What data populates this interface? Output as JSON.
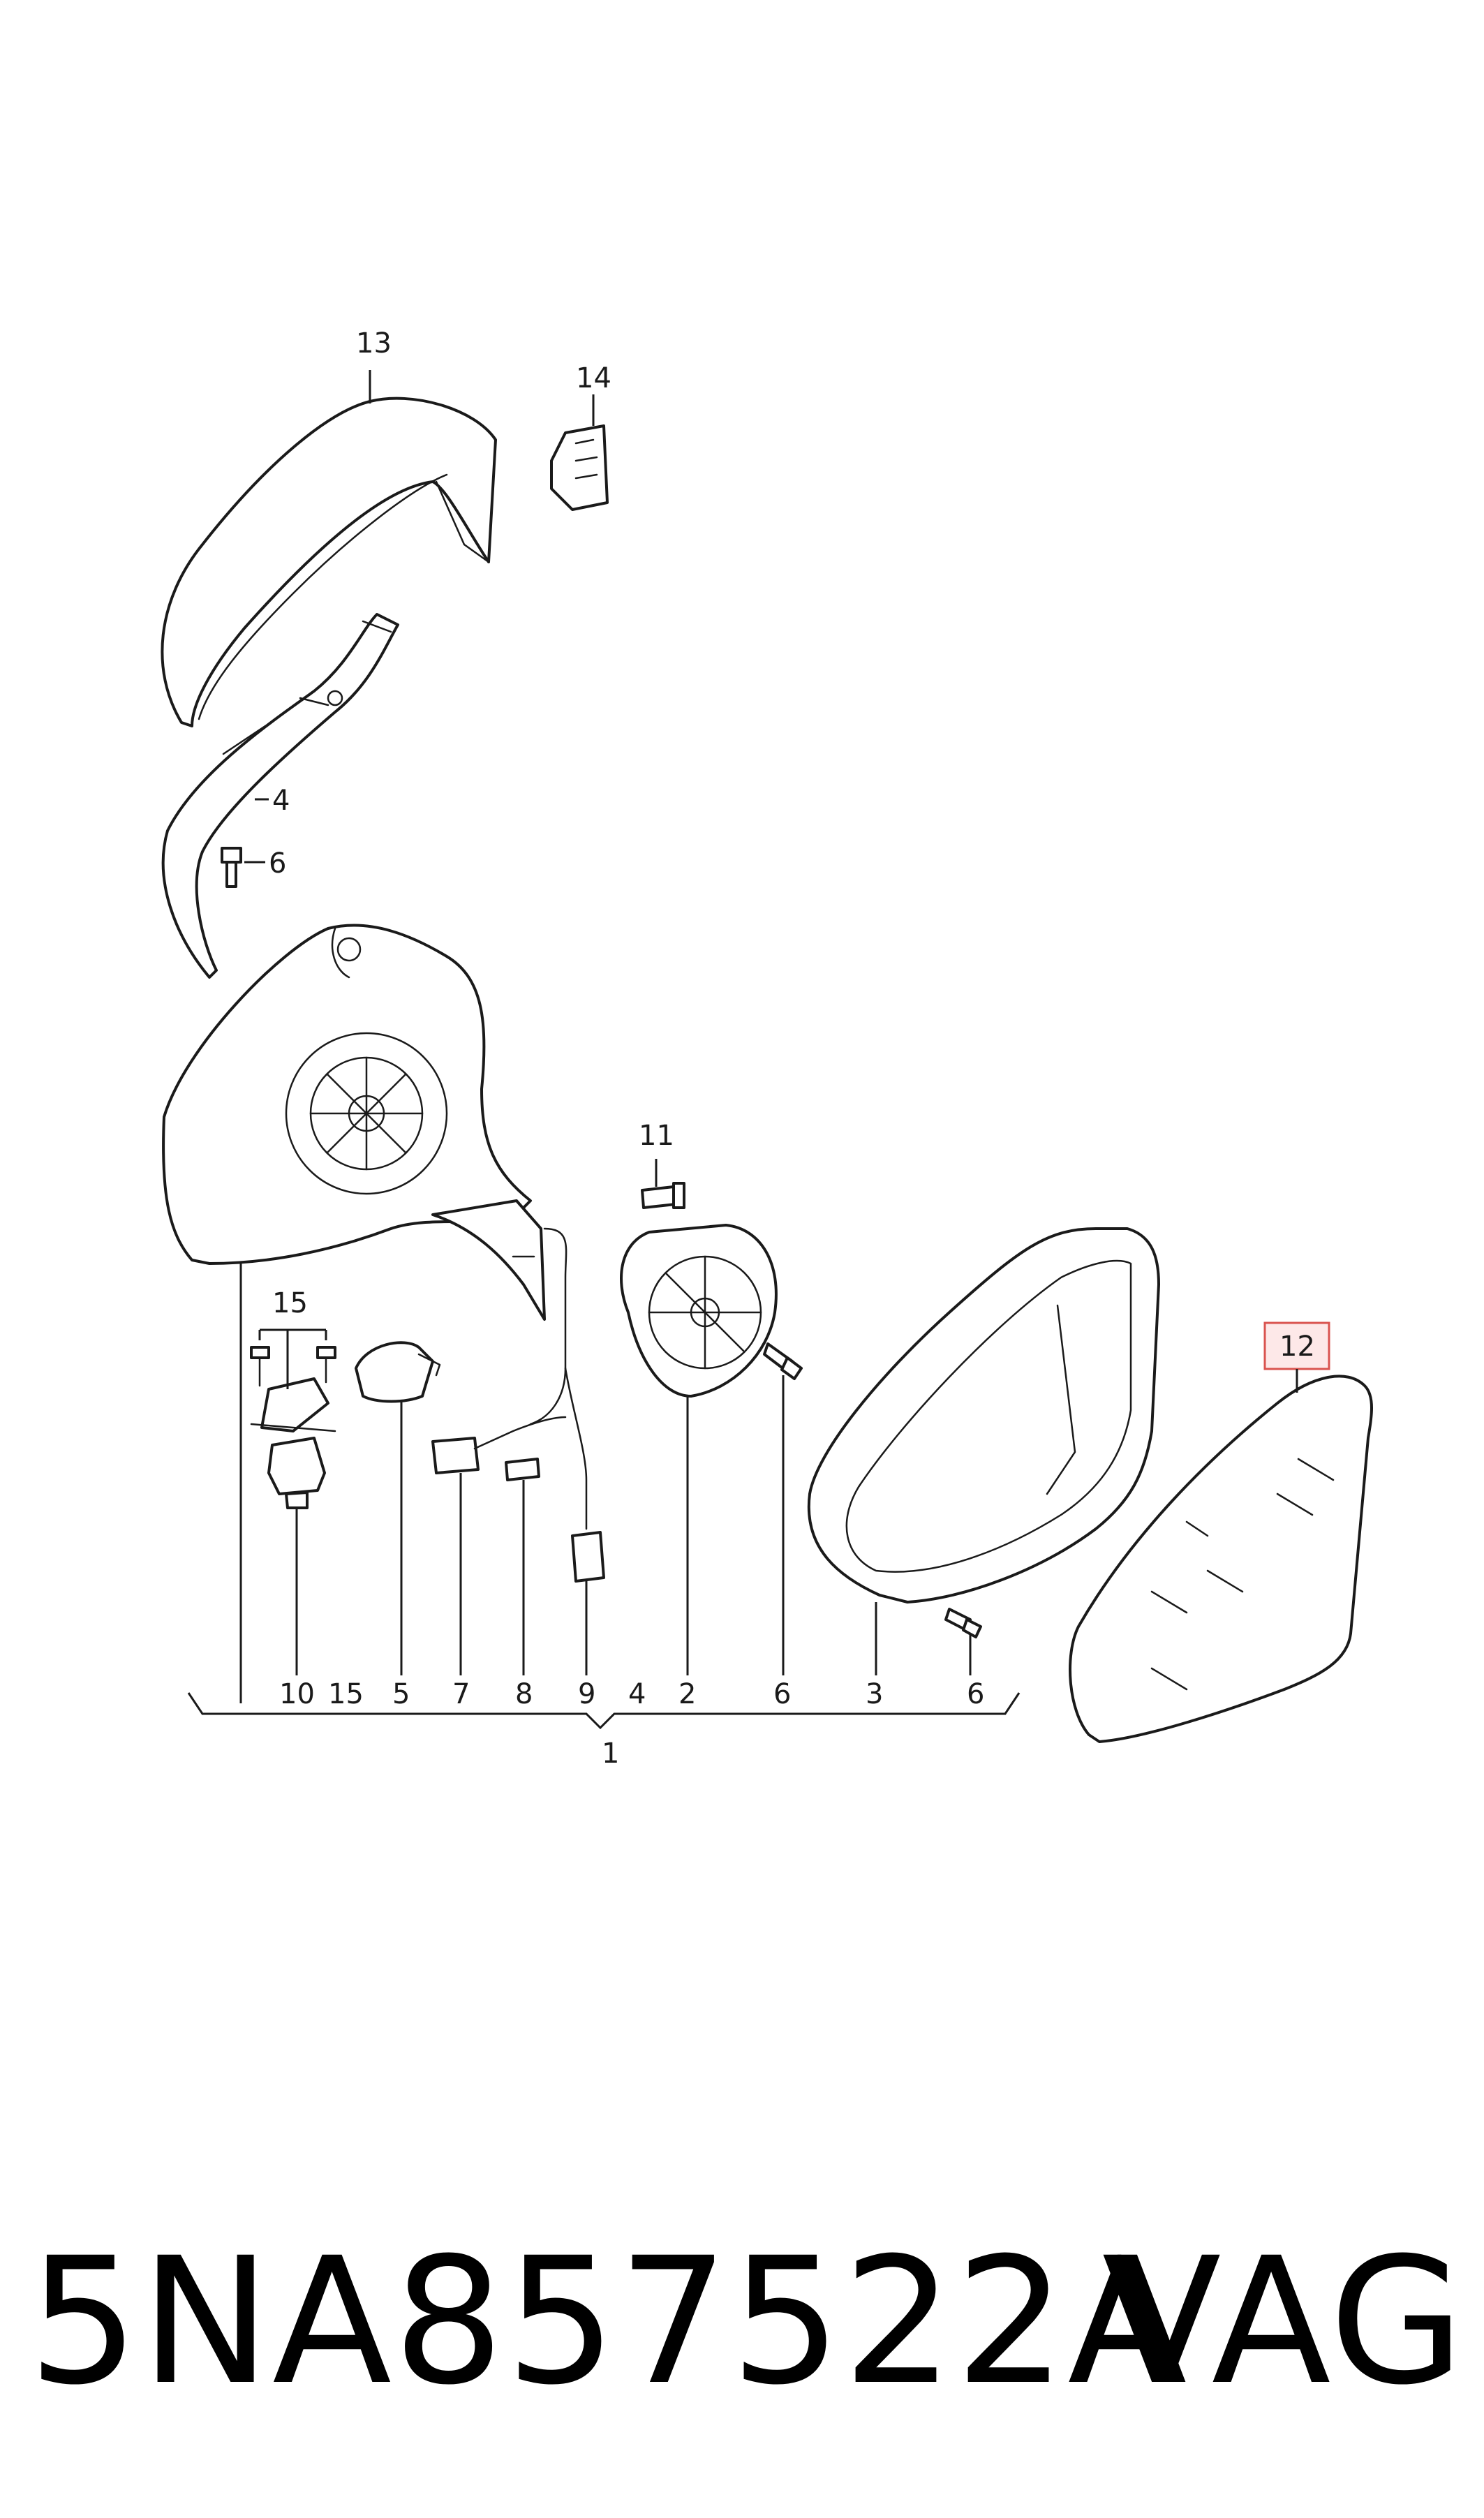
{
  "diagram": {
    "callouts": {
      "c1": "1",
      "c2": "2",
      "c3": "3",
      "c4a": "4",
      "c4b": "4",
      "c5": "5",
      "c6a": "6",
      "c6b": "6",
      "c6c": "6",
      "c7": "7",
      "c8": "8",
      "c9": "9",
      "c10": "10",
      "c11": "11",
      "c12": "12",
      "c13": "13",
      "c14": "14",
      "c15a": "15",
      "c15b": "15"
    },
    "highlight_color": "#d9534f"
  },
  "footer": {
    "part_number": "5NA857522A",
    "brand": "VAG"
  }
}
